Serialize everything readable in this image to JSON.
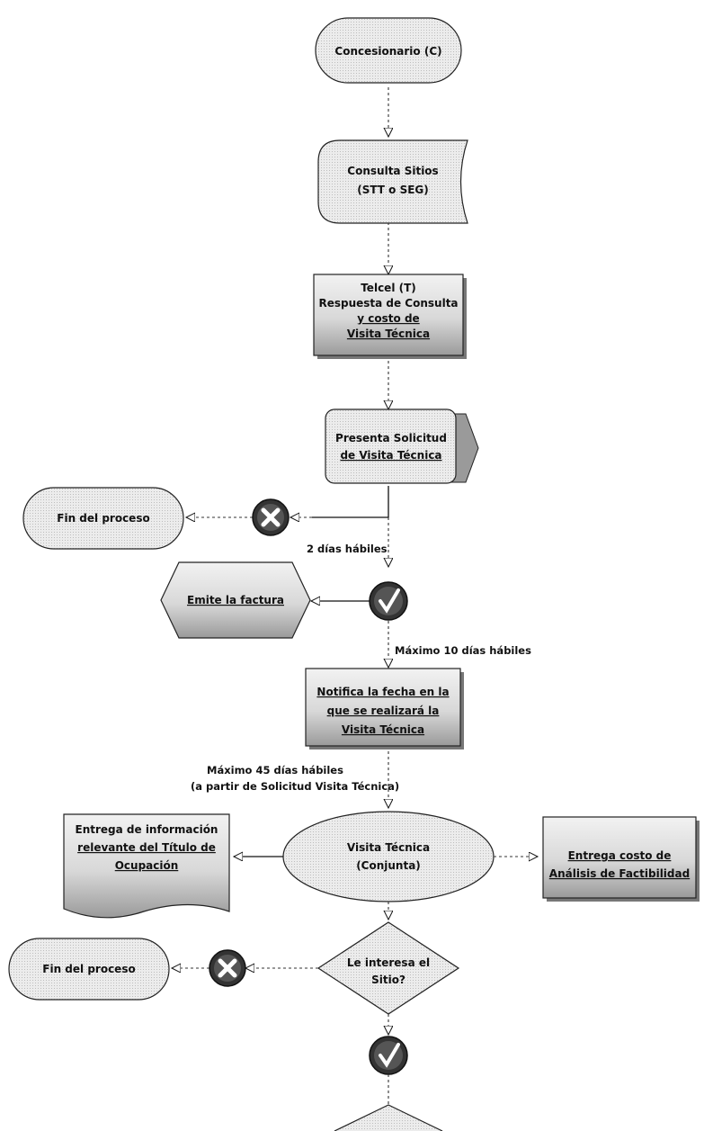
{
  "nodes": {
    "concesionario": "Concesionario (C)",
    "consulta_sitios": [
      "Consulta Sitios",
      "(STT o SEG)"
    ],
    "telcel": [
      "Telcel (T)",
      "Respuesta de Consulta",
      "y costo de",
      "Visita Técnica"
    ],
    "presenta_solicitud": [
      "Presenta Solicitud",
      "de Visita Técnica"
    ],
    "fin_proceso_1": "Fin del proceso",
    "emite_factura": "Emite la factura",
    "notifica_fecha": [
      "Notifica la fecha en la",
      "que se realizará la",
      "Visita Técnica"
    ],
    "entrega_info": [
      "Entrega de información",
      "relevante del Título de",
      "Ocupación"
    ],
    "visita_tecnica": [
      "Visita Técnica",
      "(Conjunta)"
    ],
    "entrega_costo": [
      "Entrega costo de",
      "Análisis de Factibilidad"
    ],
    "le_interesa": [
      "Le interesa el",
      "Sitio?"
    ],
    "fin_proceso_2": "Fin del proceso"
  },
  "edge_labels": {
    "dos_dias": "2 días hábiles",
    "max_10": "Máximo 10 días hábiles",
    "max_45": [
      "Máximo 45 días hábiles",
      "(a partir de Solicitud Visita Técnica)"
    ]
  },
  "colors": {
    "shape_fill": "#e4e4e4",
    "shape_shadow": "#8a8a8a",
    "stroke": "#222222",
    "yes_icon": "#333333",
    "no_icon": "#333333"
  }
}
